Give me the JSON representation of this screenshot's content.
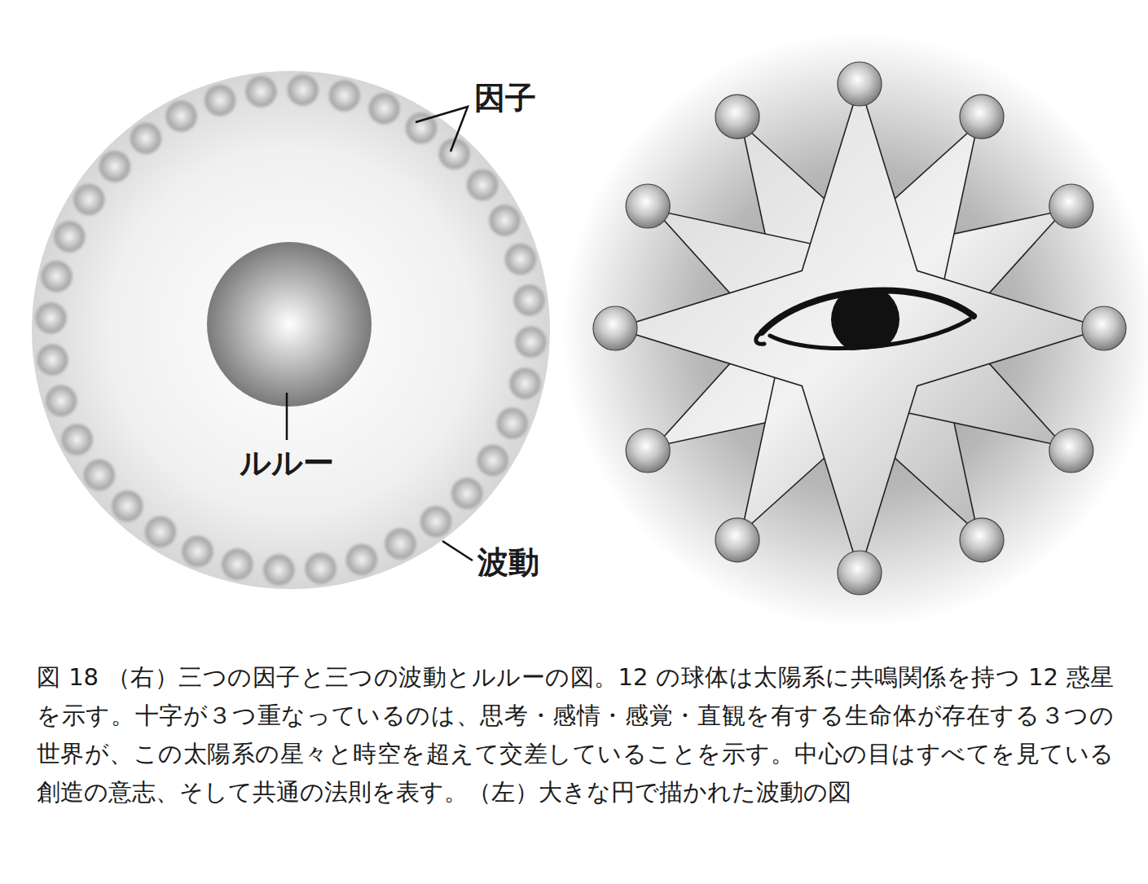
{
  "diagram": {
    "caption": "図 18 （右）三つの因子と三つの波動とルルーの図。12 の球体は太陽系に共鳴関係を持つ 12 惑星を示す。十字が３つ重なっているのは、思考・感情・感覚・直観を有する生命体が存在する３つの世界が、この太陽系の星々と時空を超えて交差していることを示す。中心の目はすべてを見ている創造の意志、そして共通の法則を表す。（左）大きな円で描かれた波動の図",
    "labels": [
      "因子",
      "ルルー",
      "波動"
    ]
  }
}
